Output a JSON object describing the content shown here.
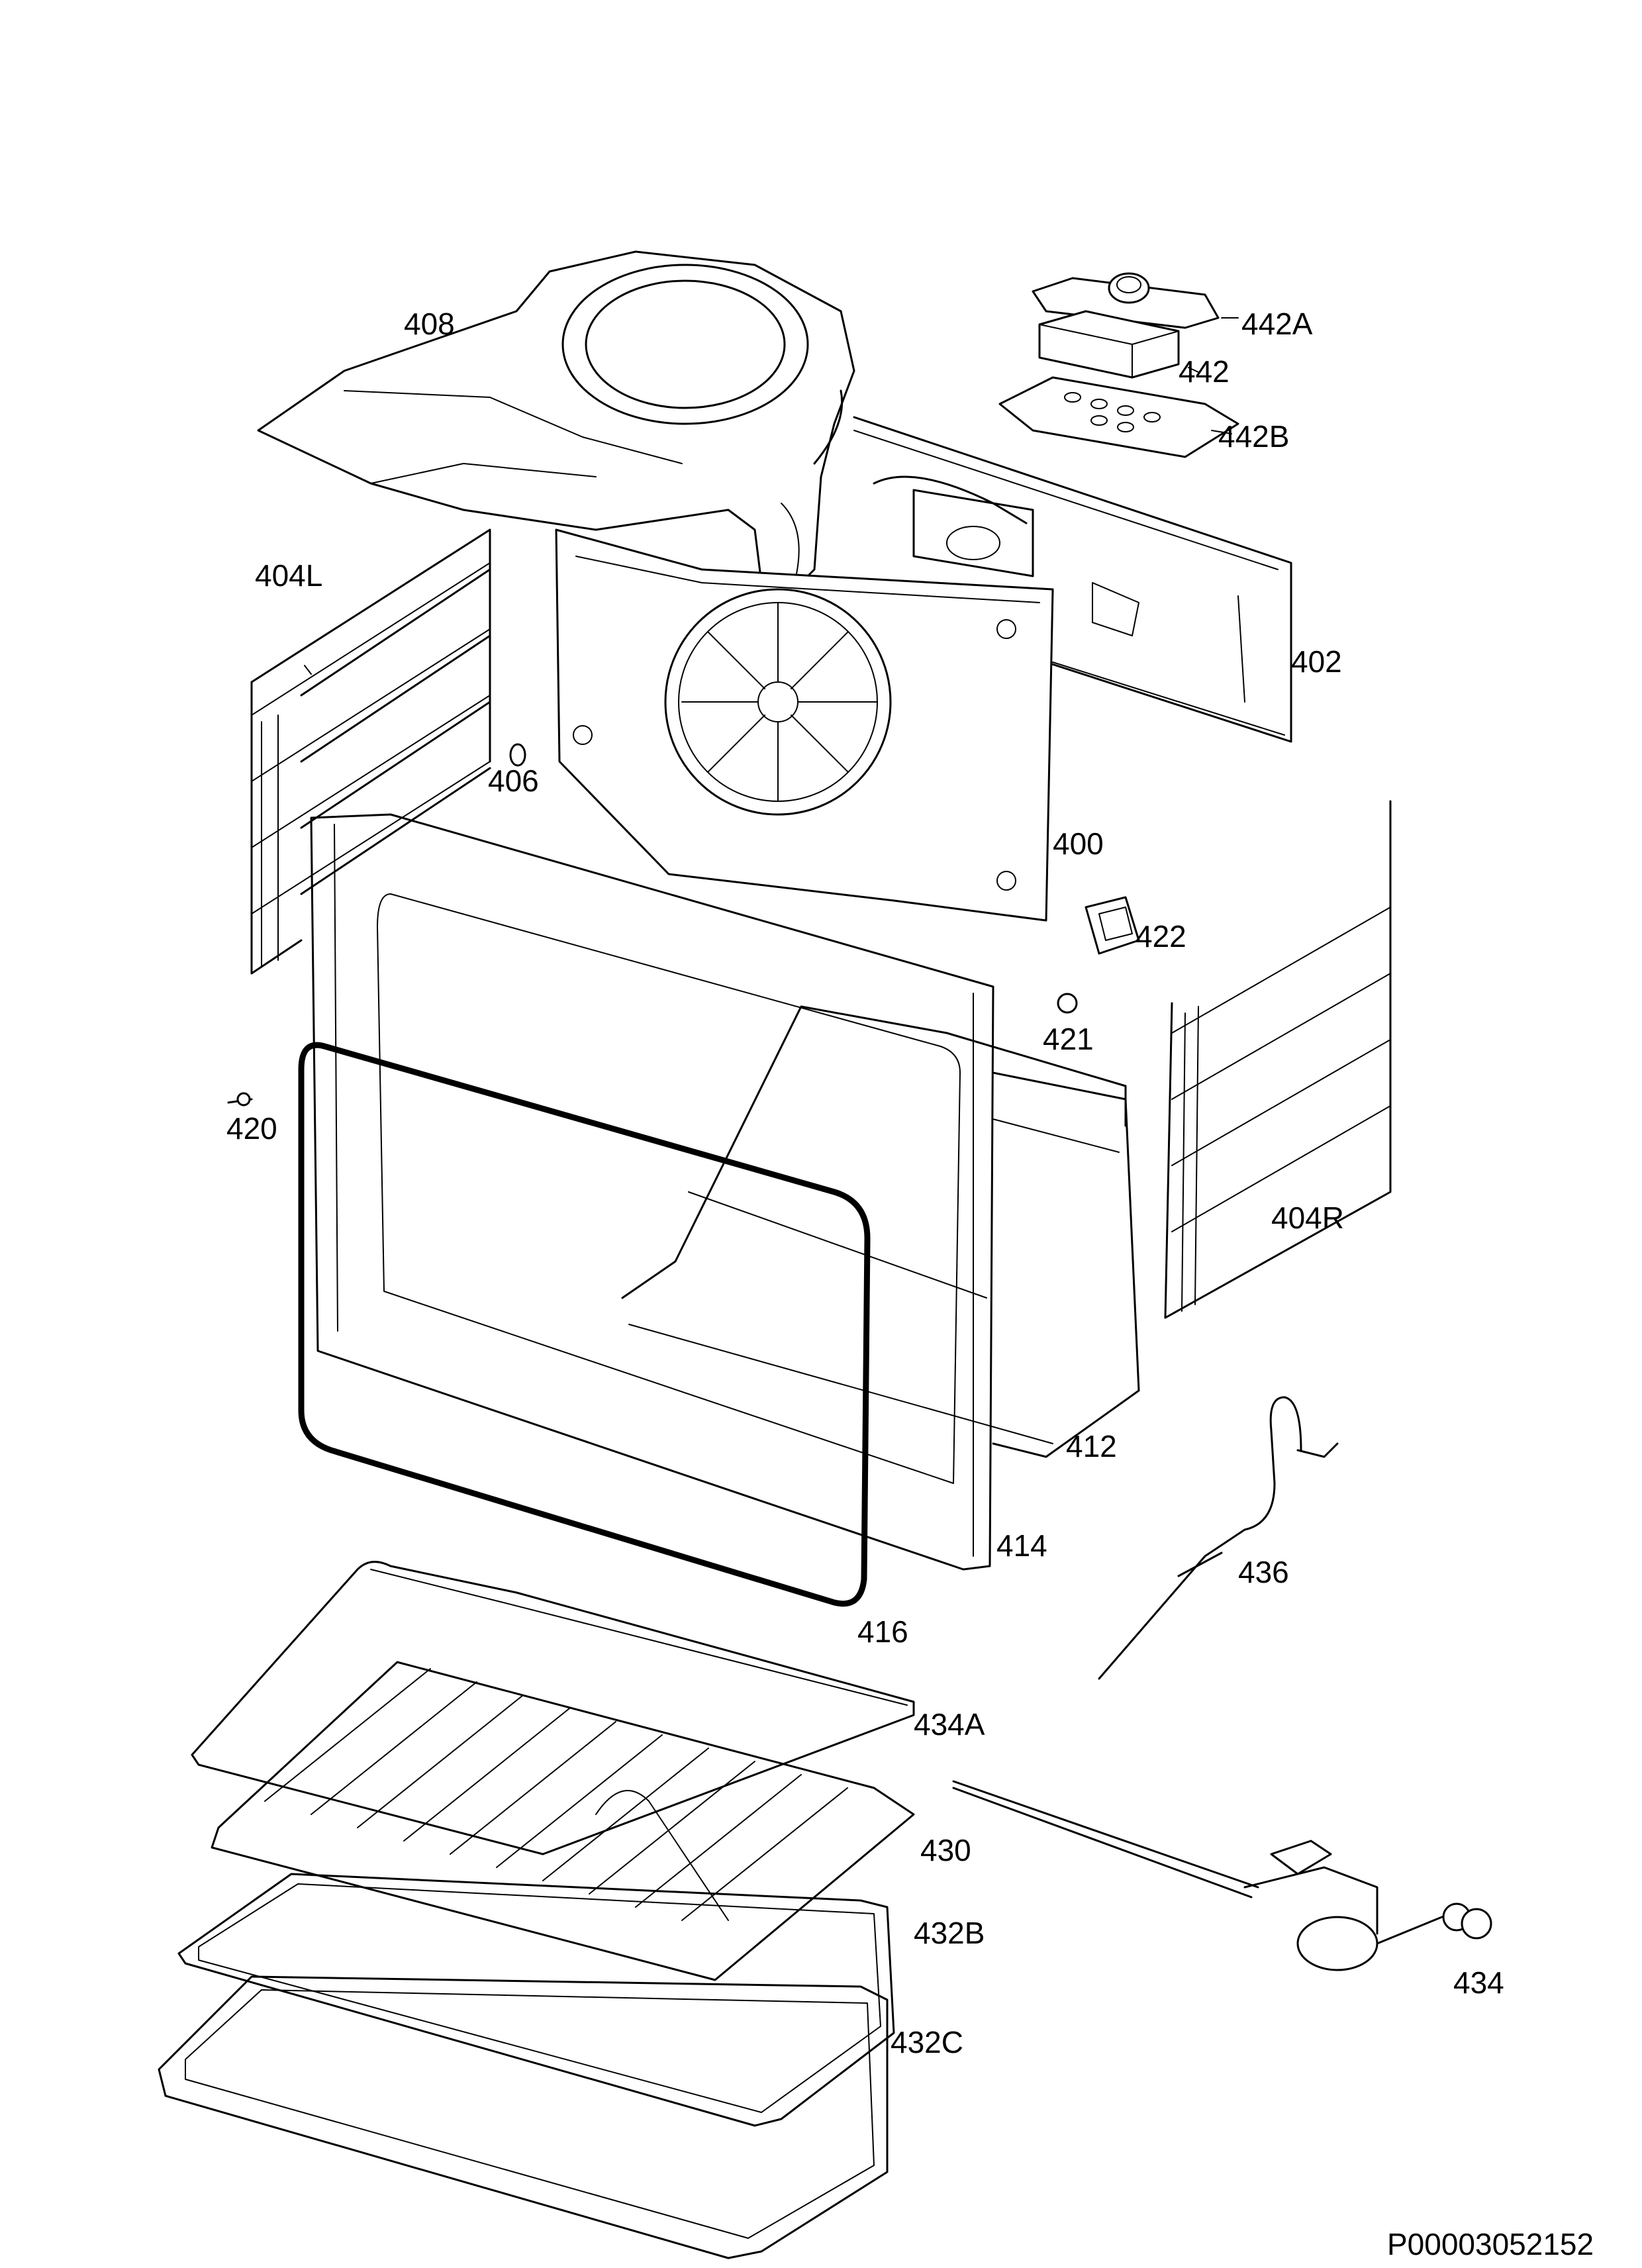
{
  "labels": {
    "p408": "408",
    "p442A": "442A",
    "p442": "442",
    "p442B": "442B",
    "p404L": "404L",
    "p402": "402",
    "p406": "406",
    "p400": "400",
    "p422": "422",
    "p421": "421",
    "p420": "420",
    "p404R": "404R",
    "p412": "412",
    "p414": "414",
    "p416": "416",
    "p436": "436",
    "p434A": "434A",
    "p430": "430",
    "p432B": "432B",
    "p432C": "432C",
    "p434": "434"
  },
  "document_id": "P00003052152"
}
